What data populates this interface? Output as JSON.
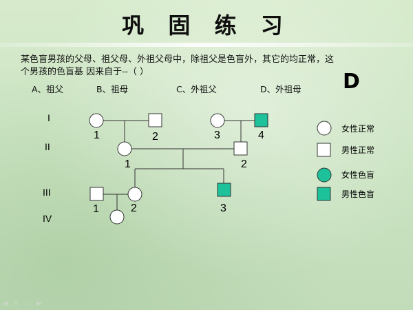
{
  "title": "巩 固 练 习",
  "question": {
    "line1": "某色盲男孩的父母、祖父母、外祖父母中，除祖父是色盲外，其它的均正常，这",
    "line2": "个男孩的色盲基 因来自于--（        ）"
  },
  "options": {
    "a": "A、祖父",
    "b": "B、祖母",
    "c": "C、外祖父",
    "d": "D、外祖母"
  },
  "answer": "D",
  "pedigree": {
    "generations": [
      "I",
      "II",
      "III",
      "IV"
    ],
    "numbers": {
      "g1_1": "1",
      "g1_2": "2",
      "g1_3": "3",
      "g1_4": "4",
      "g2_1": "1",
      "g2_2": "2",
      "g3_1": "1",
      "g3_2": "2",
      "g3_3": "3"
    }
  },
  "legend": {
    "female_normal": "女性正常",
    "male_normal": "男性正常",
    "female_colorblind": "女性色盲",
    "male_colorblind": "男性色盲",
    "affected_color": "#1ec29a",
    "normal_color": "#ffffff",
    "line_color": "#333333"
  }
}
